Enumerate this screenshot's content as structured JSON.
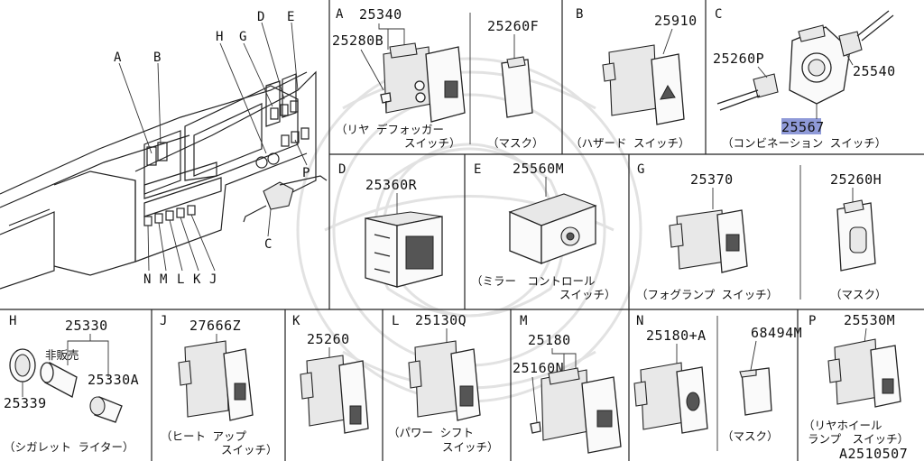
{
  "diagram": {
    "drawing_id": "A2510507",
    "overview": {
      "labels": [
        "A",
        "B",
        "C",
        "D",
        "E",
        "G",
        "H",
        "K",
        "L",
        "M",
        "N",
        "P",
        "J"
      ]
    },
    "panels": {
      "A": {
        "letter": "A",
        "parts": [
          "25340",
          "25280B"
        ],
        "caption": [
          "（リヤ デフォッガー",
          "スイッチ）"
        ]
      },
      "A2": {
        "parts": [
          "25260F"
        ],
        "caption": [
          "（マスク）"
        ]
      },
      "B": {
        "letter": "B",
        "parts": [
          "25910"
        ],
        "caption": [
          "（ハザード スイッチ）"
        ]
      },
      "C": {
        "letter": "C",
        "parts": [
          "25260P",
          "25540",
          "25567"
        ],
        "caption": [
          "（コンビネーション スイッチ）"
        ]
      },
      "D": {
        "letter": "D",
        "parts": [
          "25360R"
        ]
      },
      "E": {
        "letter": "E",
        "parts": [
          "25560M"
        ],
        "caption": [
          "（ミラー　コントロール",
          "スイッチ）"
        ]
      },
      "G": {
        "letter": "G",
        "parts": [
          "25370"
        ],
        "caption": [
          "（フォグランプ スイッチ）"
        ]
      },
      "G2": {
        "parts": [
          "25260H"
        ],
        "caption": [
          "（マスク）"
        ]
      },
      "H": {
        "letter": "H",
        "parts": [
          "25330",
          "25330A",
          "25339"
        ],
        "note": "非販売",
        "caption": [
          "（シガレット ライター）"
        ]
      },
      "J": {
        "letter": "J",
        "parts": [
          "27666Z"
        ],
        "caption": [
          "（ヒート アップ",
          "スイッチ）"
        ]
      },
      "K": {
        "letter": "K",
        "parts": [
          "25260"
        ]
      },
      "L": {
        "letter": "L",
        "parts": [
          "25130Q"
        ],
        "caption": [
          "（パワー シフト",
          "スイッチ）"
        ]
      },
      "M": {
        "letter": "M",
        "parts": [
          "25180",
          "25160N"
        ]
      },
      "N": {
        "letter": "N",
        "parts": [
          "25180+A"
        ]
      },
      "N2": {
        "parts": [
          "68494M"
        ],
        "caption": [
          "（マスク）"
        ]
      },
      "P": {
        "letter": "P",
        "parts": [
          "25530M"
        ],
        "caption": [
          "（リヤホイール",
          "ランプ　スイッチ）"
        ]
      }
    },
    "highlight_color": "#8f9ad8"
  }
}
